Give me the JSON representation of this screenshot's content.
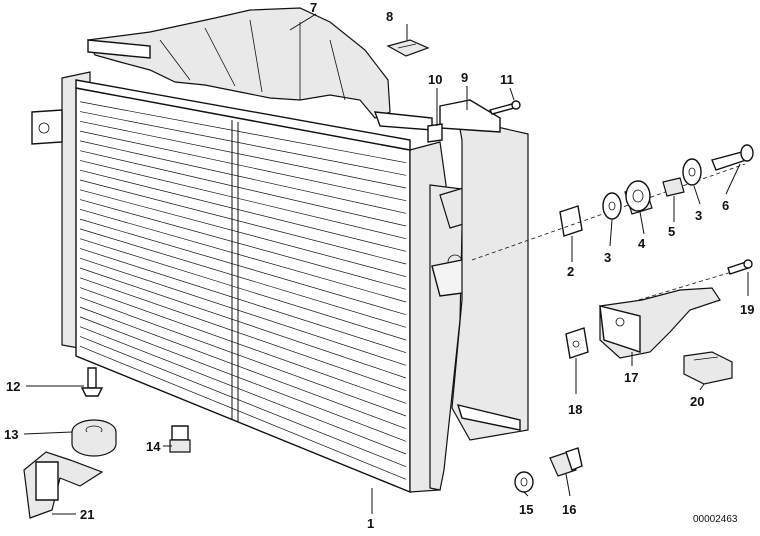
{
  "diagram": {
    "document_number": "00002463",
    "callouts": [
      {
        "id": "c1",
        "label": "1"
      },
      {
        "id": "c2",
        "label": "2"
      },
      {
        "id": "c3a",
        "label": "3"
      },
      {
        "id": "c3b",
        "label": "3"
      },
      {
        "id": "c4",
        "label": "4"
      },
      {
        "id": "c5",
        "label": "5"
      },
      {
        "id": "c6",
        "label": "6"
      },
      {
        "id": "c7",
        "label": "7"
      },
      {
        "id": "c8",
        "label": "8"
      },
      {
        "id": "c9",
        "label": "9"
      },
      {
        "id": "c10",
        "label": "10"
      },
      {
        "id": "c11",
        "label": "11"
      },
      {
        "id": "c12",
        "label": "12"
      },
      {
        "id": "c13",
        "label": "13"
      },
      {
        "id": "c14",
        "label": "14"
      },
      {
        "id": "c15",
        "label": "15"
      },
      {
        "id": "c16",
        "label": "16"
      },
      {
        "id": "c17",
        "label": "17"
      },
      {
        "id": "c18",
        "label": "18"
      },
      {
        "id": "c19",
        "label": "19"
      },
      {
        "id": "c20",
        "label": "20"
      },
      {
        "id": "c21",
        "label": "21"
      }
    ]
  }
}
